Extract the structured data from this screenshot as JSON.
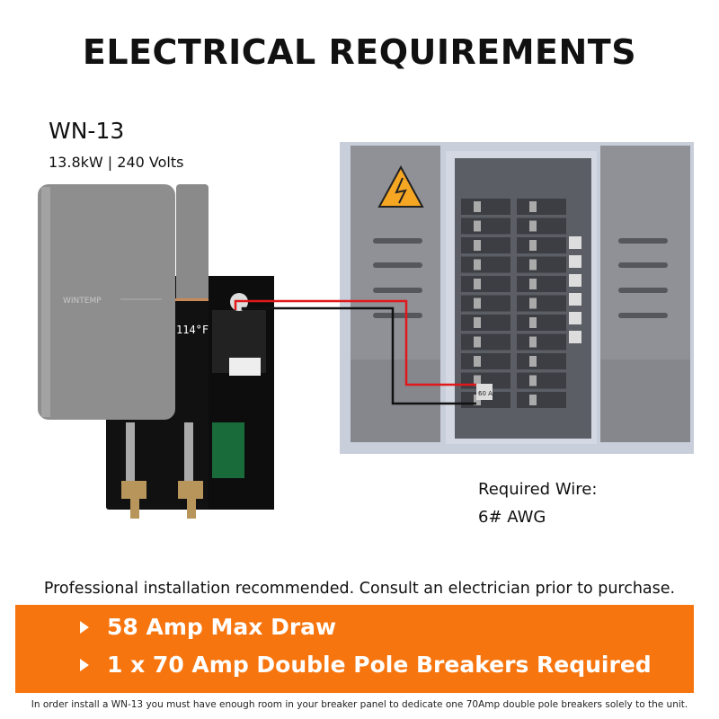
{
  "title": "ELECTRICAL REQUIREMENTS",
  "product": {
    "model": "WN-13",
    "spec": "13.8kW | 240 Volts",
    "logo": "WINTEMP",
    "display": "114°F"
  },
  "panel": {
    "breaker_label": "60 A",
    "warning_icon": "high-voltage-warning-icon"
  },
  "wire": {
    "label": "Required Wire:",
    "gauge": "6# AWG"
  },
  "note": "Professional installation recommended. Consult an electrician prior to purchase.",
  "bullets": [
    "58 Amp Max Draw",
    "1 x 70 Amp Double Pole Breakers Required"
  ],
  "footnote": "In order install a WN-13 you must have enough room in your breaker panel to dedicate one 70Amp double pole breakers solely to the unit.",
  "colors": {
    "accent": "#f7750f",
    "wire_hot": "#e0181b",
    "wire_neutral": "#111111",
    "warning": "#f5a623"
  }
}
